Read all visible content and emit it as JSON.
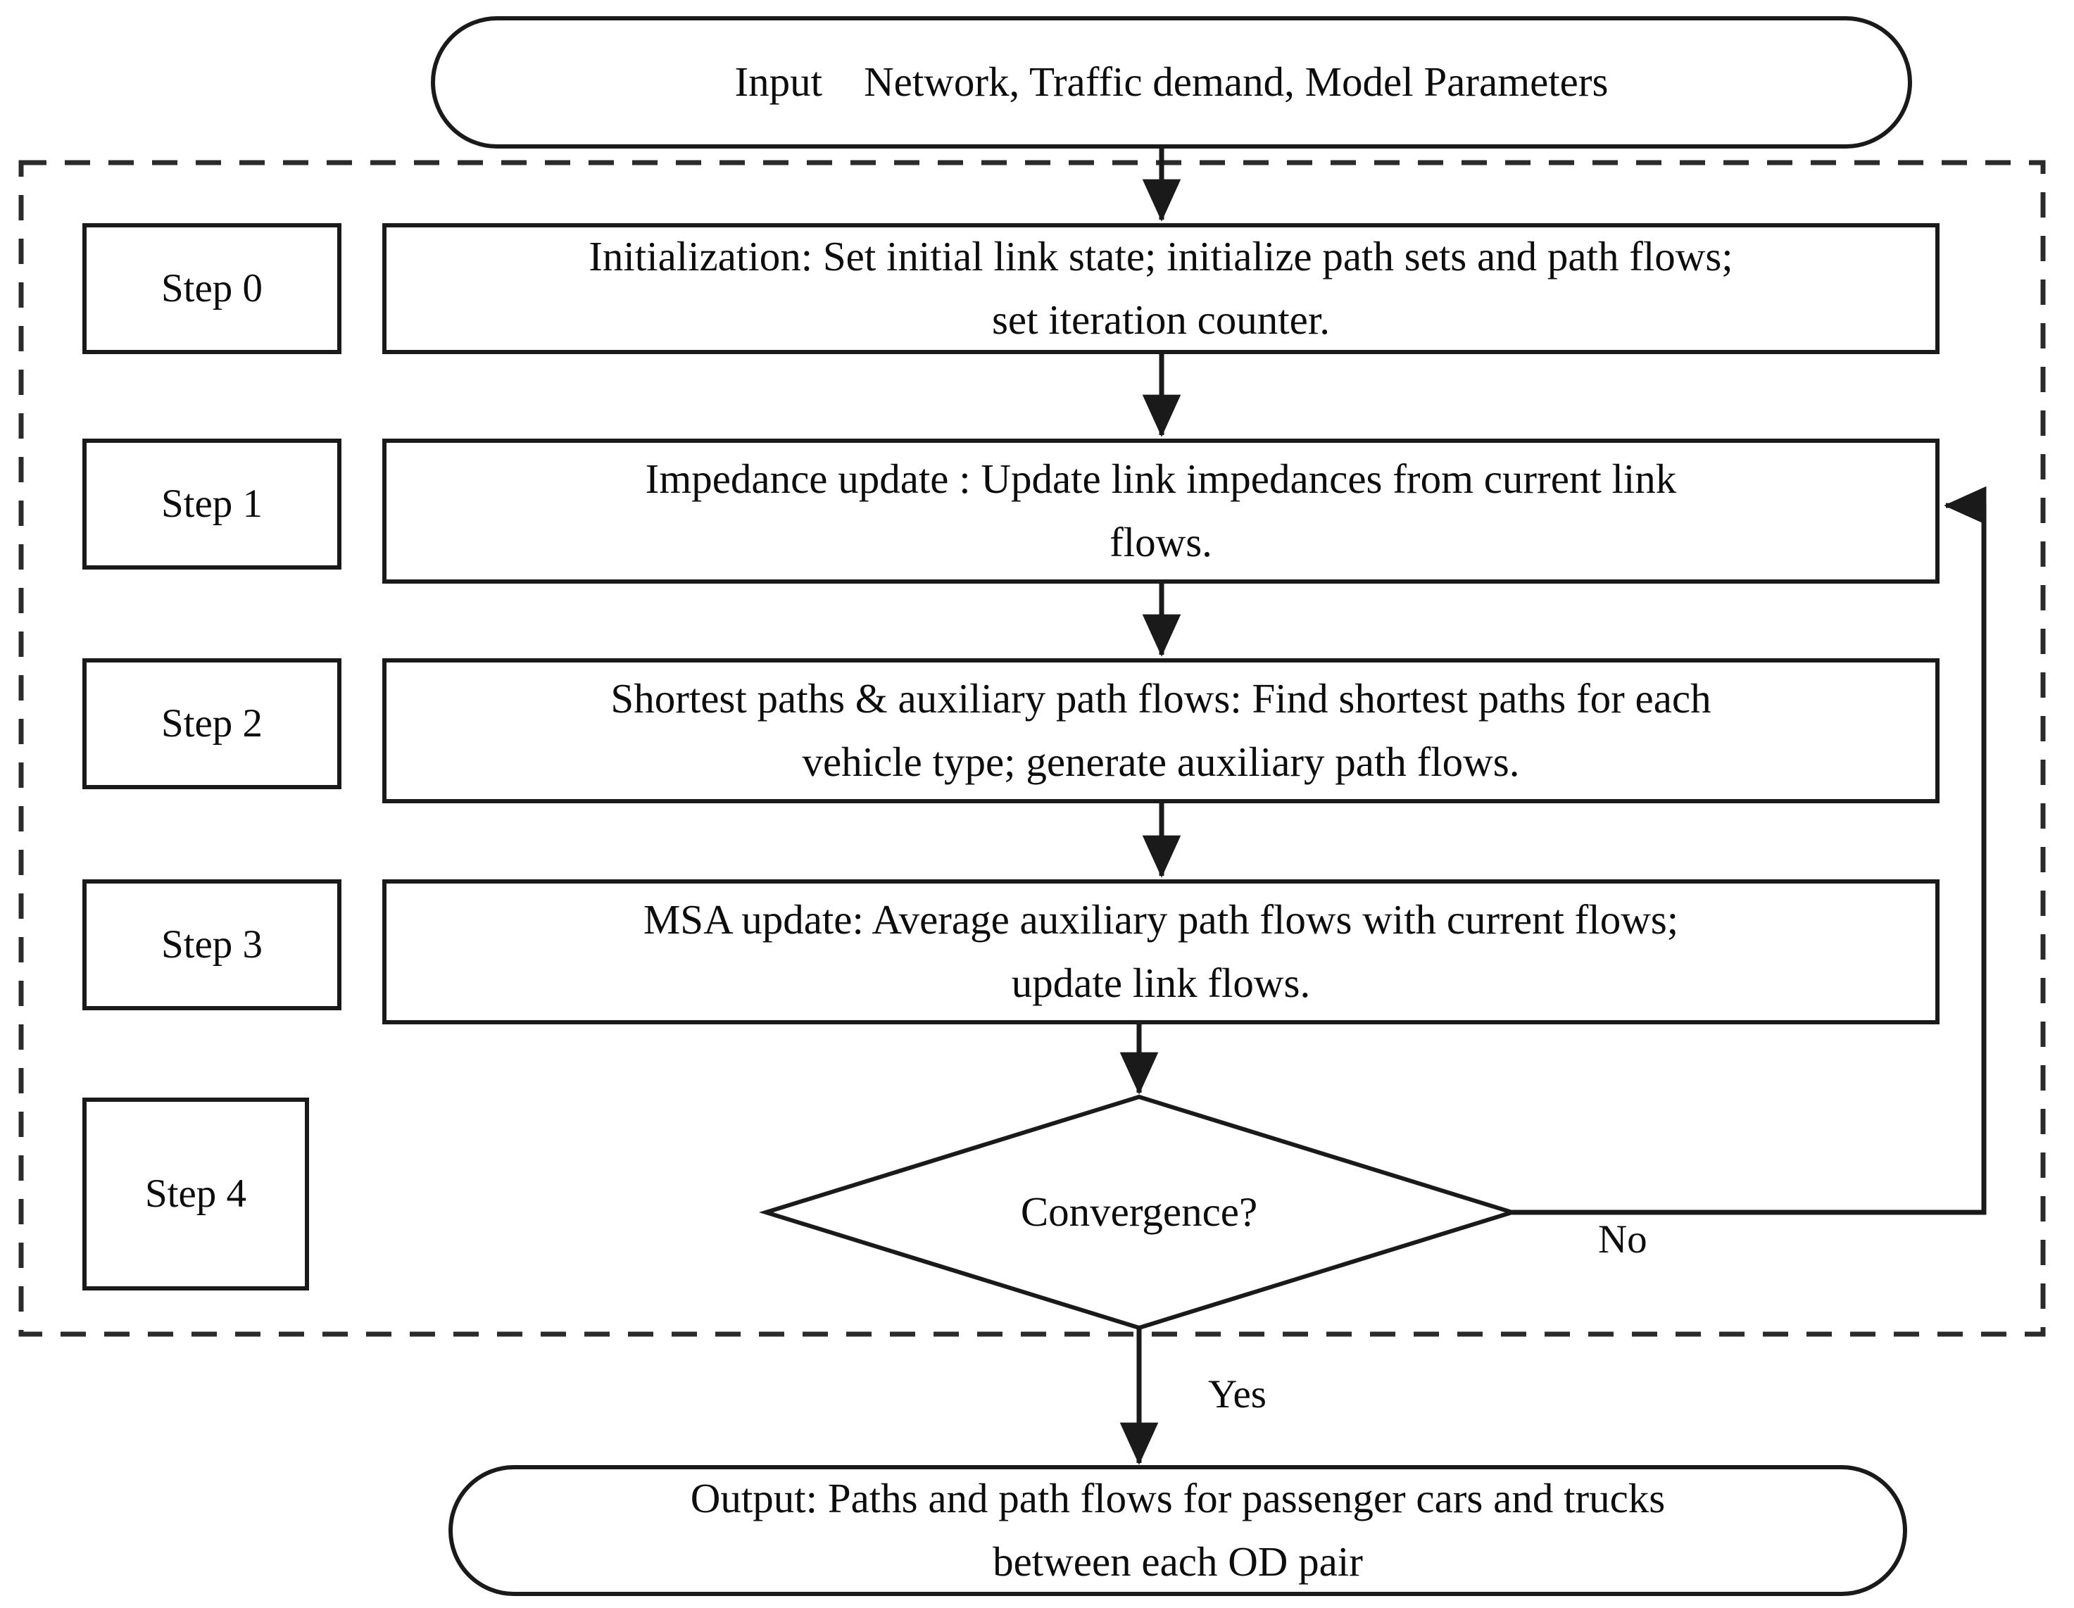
{
  "diagram": {
    "title": "Solution algorithm flowchart",
    "type": "flowchart",
    "colors": {
      "stroke": "#1a1a1a",
      "text": "#0d0d0d",
      "background": "#ffffff",
      "dashed_border": "#2b2b2b"
    },
    "input_node": {
      "shape": "rounded-terminal",
      "label": "Input Network, Traffic demand, Model Parameters",
      "label_plain": "Input:  Network, Traffic demand, Model Parameters"
    },
    "output_node": {
      "shape": "rounded-terminal",
      "line1": "Output:  Paths and path flows for passenger cars and trucks",
      "line2": "between each OD pair"
    },
    "decision_node": {
      "shape": "diamond",
      "label": "Convergence?"
    },
    "steps": [
      {
        "id": "step-0",
        "step_label": "Step 0",
        "line1": "Initialization: Set initial link state; initialize path sets and path flows;",
        "line2": "set iteration counter."
      },
      {
        "id": "step-1",
        "step_label": "Step 1",
        "line1": "Impedance update : Update link impedances from current link",
        "line2": "flows."
      },
      {
        "id": "step-2",
        "step_label": "Step 2",
        "line1": "Shortest paths & auxiliary path flows: Find shortest paths for each",
        "line2": "vehicle type;  generate auxiliary path flows."
      },
      {
        "id": "step-3",
        "step_label": "Step 3",
        "line1": "MSA update: Average auxiliary path flows with current flows;",
        "line2": "update link flows."
      },
      {
        "id": "step-4",
        "step_label": "Step 4",
        "line1": "",
        "line2": ""
      }
    ],
    "edge_labels": {
      "no": "No",
      "yes": "Yes"
    }
  }
}
